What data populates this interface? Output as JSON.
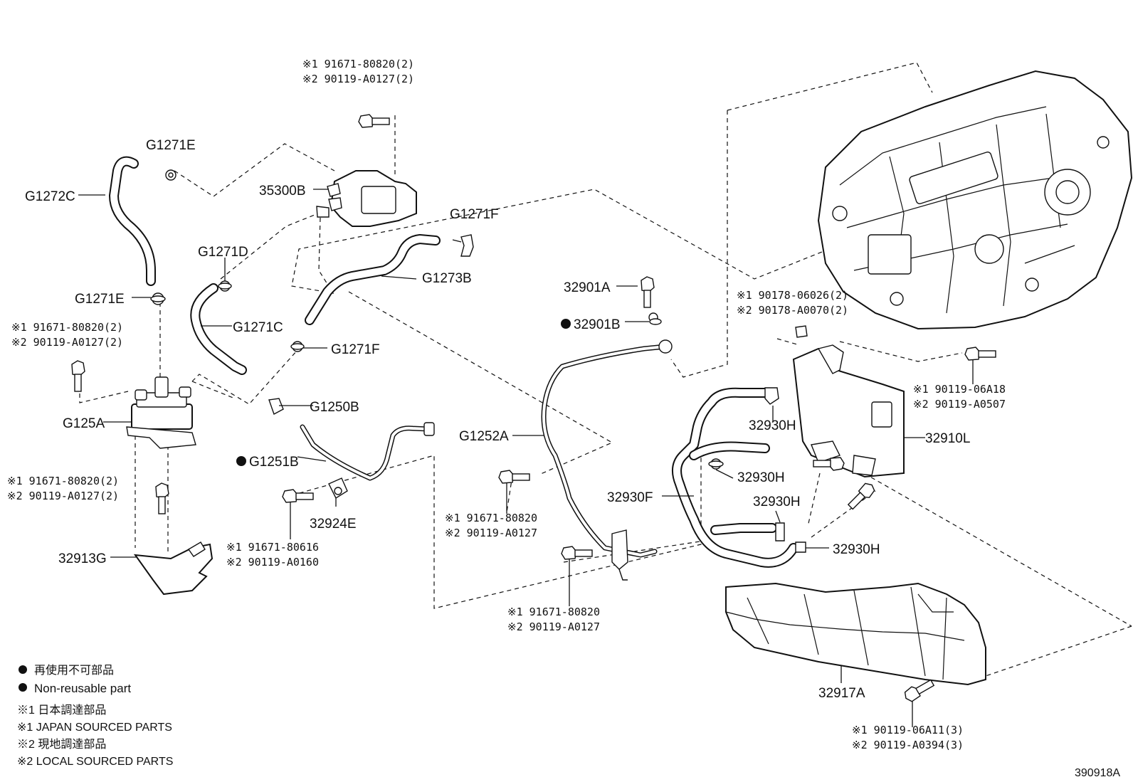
{
  "labels": {
    "note_35300b_1": "※1 91671-80820(2)",
    "note_35300b_2": "※2 90119-A0127(2)",
    "g1271e_top": "G1271E",
    "g1272c": "G1272C",
    "b35300b": "35300B",
    "g1271f_top": "G1271F",
    "g1271d": "G1271D",
    "g1273b": "G1273B",
    "g1271e_mid": "G1271E",
    "g1271c": "G1271C",
    "note_left_1": "※1 91671-80820(2)",
    "note_left_2": "※2 90119-A0127(2)",
    "g1271f_mid": "G1271F",
    "g1250b": "G1250B",
    "g125a": "G125A",
    "g1251b": "G1251B",
    "note_lower_left_1": "※1 91671-80820(2)",
    "note_lower_left_2": "※2 90119-A0127(2)",
    "b32924e": "32924E",
    "note_32924e_1": "※1 91671-80616",
    "note_32924e_2": "※2 90119-A0160",
    "b32913g": "32913G",
    "b32901a": "32901A",
    "b32901b": "32901B",
    "g1252a": "G1252A",
    "note_g1252a_1": "※1 91671-80820",
    "note_g1252a_2": "※2 90119-A0127",
    "note_bottom_mid_1": "※1 91671-80820",
    "note_bottom_mid_2": "※2 90119-A0127",
    "note_right_top_1": "※1 90178-06026(2)",
    "note_right_top_2": "※2 90178-A0070(2)",
    "note_right_mid_1": "※1  90119-06A18",
    "note_right_mid_2": "※2  90119-A0507",
    "b32930h_1": "32930H",
    "b32930h_2": "32930H",
    "b32930h_3": "32930H",
    "b32930h_4": "32930H",
    "b32910l": "32910L",
    "b32930f": "32930F",
    "b32917a": "32917A",
    "note_bottom_right_1": "※1  90119-06A11(3)",
    "note_bottom_right_2": "※2  90119-A0394(3)"
  },
  "legend": {
    "nonreusable_jp": "再使用不可部品",
    "nonreusable_en": "Non-reusable part",
    "japan_jp": "※1 日本調達部品",
    "japan_en": "※1 JAPAN SOURCED PARTS",
    "local_jp": "※2 現地調達部品",
    "local_en": "※2 LOCAL SOURCED PARTS"
  },
  "diagram_code": "390918A"
}
